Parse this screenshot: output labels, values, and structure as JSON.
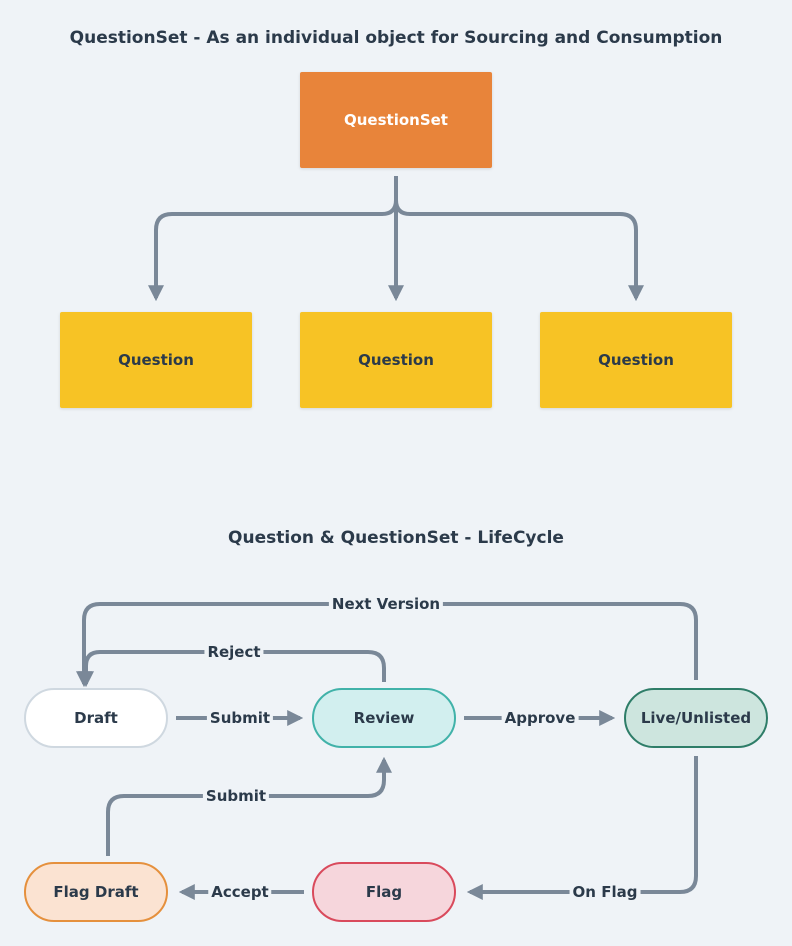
{
  "colors": {
    "background": "#eff3f7",
    "line": "#7a8898",
    "questionset_fill": "#e8843a",
    "question_fill": "#f7c325",
    "draft_fill": "#ffffff",
    "draft_border": "#cfd8e0",
    "review_fill": "#d2efef",
    "review_border": "#41b2a9",
    "live_fill": "#cde5de",
    "live_border": "#2e7d68",
    "flag_draft_fill": "#fbe3d2",
    "flag_draft_border": "#e5903d",
    "flag_fill": "#f6d6dc",
    "flag_border": "#d94a5c"
  },
  "section1": {
    "title": "QuestionSet - As an individual object for Sourcing and Consumption",
    "parent_label": "QuestionSet",
    "children": [
      "Question",
      "Question",
      "Question"
    ]
  },
  "section2": {
    "title": "Question & QuestionSet - LifeCycle",
    "states": {
      "draft": "Draft",
      "review": "Review",
      "live": "Live/Unlisted",
      "flag_draft": "Flag Draft",
      "flag": "Flag"
    },
    "edges": {
      "next_version": "Next Version",
      "reject": "Reject",
      "submit": "Submit",
      "approve": "Approve",
      "resubmit": "Submit",
      "on_flag": "On Flag",
      "accept": "Accept"
    }
  }
}
